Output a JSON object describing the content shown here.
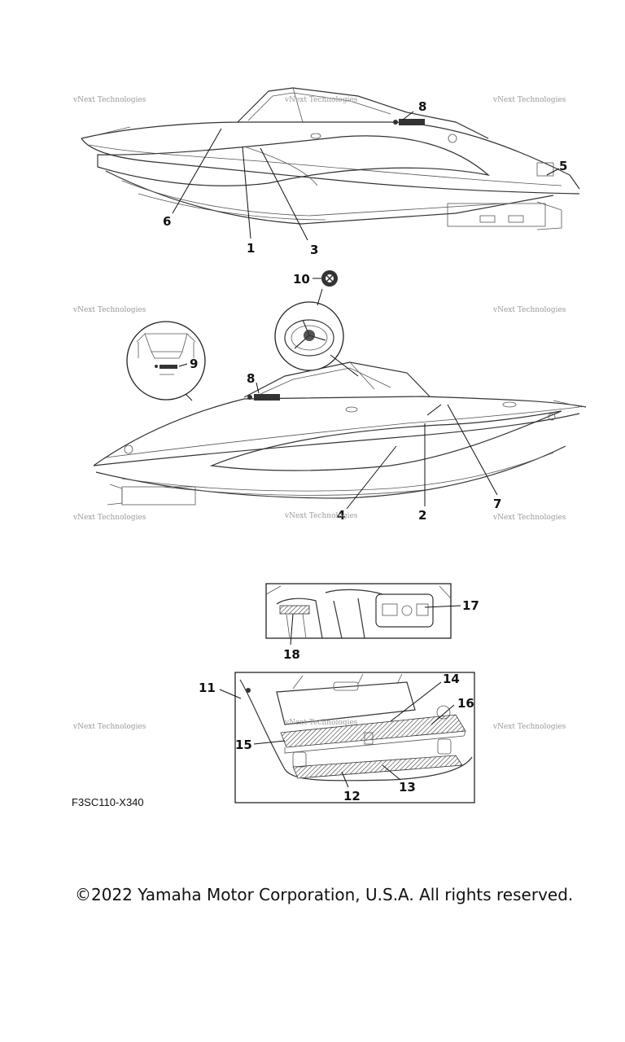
{
  "figure_code": "F3SC110-X340",
  "copyright": "©2022 Yamaha Motor Corporation, U.S.A. All rights reserved.",
  "watermark": "vNext Technologies",
  "callouts": {
    "c1": "1",
    "c2": "2",
    "c3": "3",
    "c4": "4",
    "c5": "5",
    "c6": "6",
    "c7": "7",
    "c8a": "8",
    "c8b": "8",
    "c9": "9",
    "c10": "10",
    "c11": "11",
    "c12": "12",
    "c13": "13",
    "c14": "14",
    "c15": "15",
    "c16": "16",
    "c17": "17",
    "c18": "18"
  }
}
